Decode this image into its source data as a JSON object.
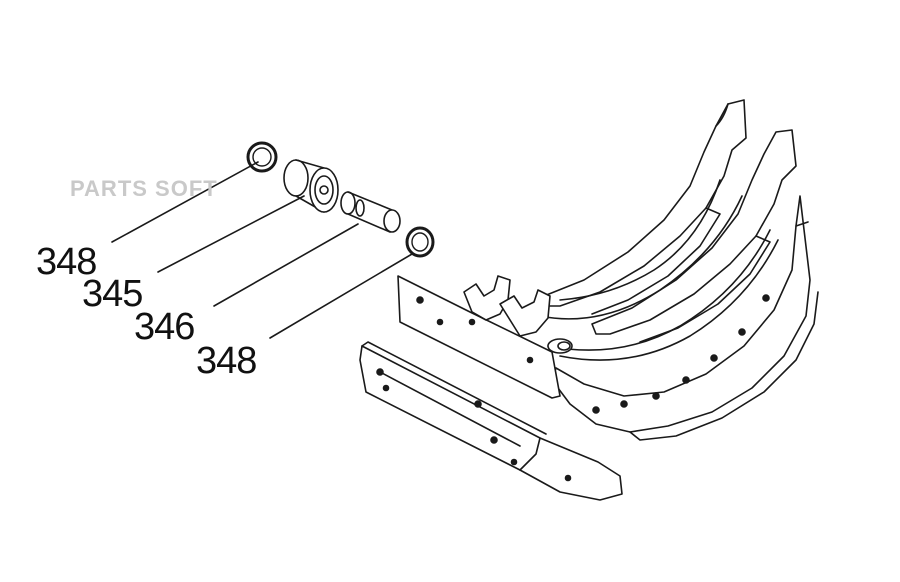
{
  "watermark": "PARTS SOFT",
  "callouts": {
    "ring_top": "348",
    "roller": "345",
    "pin": "346",
    "ring_bottom": "348"
  }
}
